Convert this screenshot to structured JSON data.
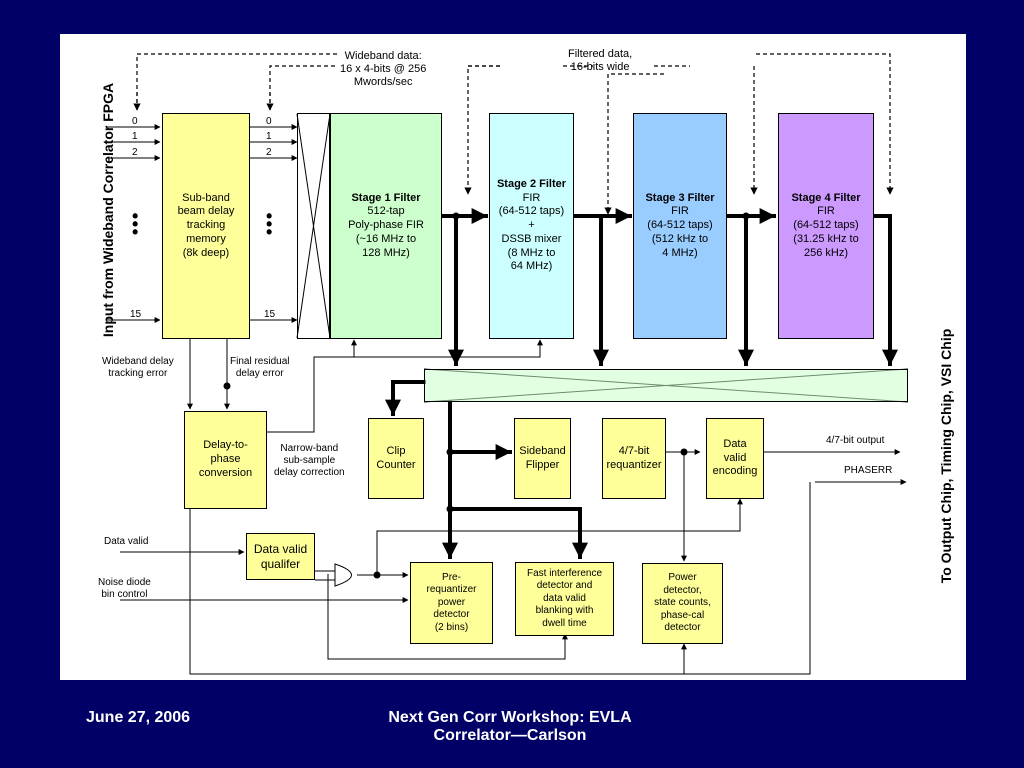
{
  "footer": {
    "date": "June 27, 2006",
    "title_line1": "Next Gen Corr Workshop: EVLA",
    "title_line2": "Correlator—Carlson"
  },
  "diagram": {
    "left_vertical_label": "Input from Wideband Correlator FPGA",
    "right_vertical_label": "To Output Chip, Timing Chip, VSI Chip",
    "wideband_note": [
      "Wideband data:",
      "16 x 4-bits @ 256",
      "Mwords/sec"
    ],
    "filtered_note": [
      "Filtered data,",
      "16-bits wide"
    ],
    "input_lane_labels": [
      "0",
      "1",
      "2",
      "15"
    ],
    "stage1_lane_labels": [
      "0",
      "1",
      "2",
      "15"
    ],
    "subband_memory": [
      "Sub-band",
      "beam delay",
      "tracking",
      "memory",
      "(8k deep)"
    ],
    "stage1": {
      "title": "Stage 1 Filter",
      "lines": [
        "512-tap",
        "Poly-phase FIR",
        "(~16 MHz to",
        "128 MHz)"
      ]
    },
    "stage2": {
      "title": "Stage 2 Filter",
      "lines": [
        "FIR",
        "(64-512 taps)",
        "+",
        "DSSB mixer",
        "(8 MHz to",
        "64 MHz)"
      ]
    },
    "stage3": {
      "title": "Stage 3 Filter",
      "lines": [
        "FIR",
        "(64-512 taps)",
        "(512 kHz to",
        "4 MHz)"
      ]
    },
    "stage4": {
      "title": "Stage 4 Filter",
      "lines": [
        "FIR",
        "(64-512 taps)",
        "(31.25 kHz to",
        "256 kHz)"
      ]
    },
    "wideband_delay_label": [
      "Wideband delay",
      "tracking error"
    ],
    "final_residual_label": [
      "Final residual",
      "delay error"
    ],
    "narrowband_label": [
      "Narrow-band",
      "sub-sample",
      "delay correction"
    ],
    "delay_to_phase": [
      "Delay-to-",
      "phase",
      "conversion"
    ],
    "clip_counter": [
      "Clip",
      "Counter"
    ],
    "sideband_flipper": [
      "Sideband",
      "Flipper"
    ],
    "requantizer": [
      "4/7-bit",
      "requantizer"
    ],
    "data_valid_encoding": [
      "Data",
      "valid",
      "encoding"
    ],
    "output_label": "4/7-bit output",
    "phaserr_label": "PHASERR",
    "data_valid_input": "Data valid",
    "noise_diode_label": [
      "Noise diode",
      "bin control"
    ],
    "data_valid_qualifier": [
      "Data valid",
      "qualifer"
    ],
    "pre_requantizer": [
      "Pre-",
      "requantizer",
      "power",
      "detector",
      "(2 bins)"
    ],
    "fast_interference": [
      "Fast interference",
      "detector and",
      "data valid",
      "blanking with",
      "dwell time"
    ],
    "power_detector": [
      "Power",
      "detector,",
      "state counts,",
      "phase-cal",
      "detector"
    ]
  }
}
